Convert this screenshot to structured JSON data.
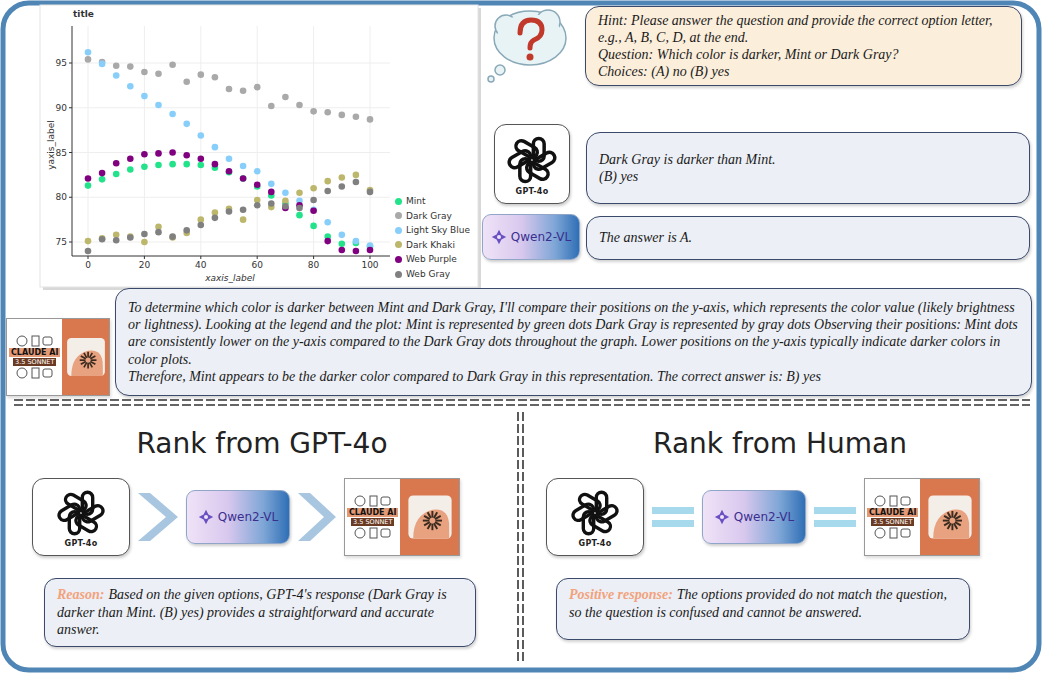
{
  "diagram": {
    "nodes": [
      {
        "text": [
          "Hint: Please answer the question and provide the correct option letter, e.g., A, B, C, D, at the end.",
          "Question: Which color is darker, Mint or Dark Gray?",
          "Choices: (A) no (B) yes"
        ]
      },
      {
        "text": [
          "GPT-4o"
        ]
      },
      {
        "text": [
          "Dark Gray is darker than Mint.",
          "(B) yes"
        ]
      },
      {
        "text": [
          "Qwen2-VL"
        ]
      },
      {
        "text": [
          "The answer is A."
        ]
      },
      {
        "text": [
          "CLAUDE AI",
          "3.5 SONNET"
        ]
      },
      {
        "text": [
          "To determine which color is darker between Mint and Dark Gray, I'll compare their positions on the y-axis, which represents the color value (likely brightness or lightness). Looking at the legend and the plot: Mint is represented by green dots Dark Gray is represented by gray dots Observing their positions: Mint dots are consistently lower on the y-axis compared to the Dark Gray dots throughout the graph. Lower positions on the y-axis typically indicate darker colors in color plots.",
          "Therefore, Mint appears to be the darker color compared to Dark Gray in this representation. The correct answer is: B) yes"
        ]
      },
      {
        "text": [
          "GPT-4o"
        ]
      },
      {
        "text": [
          "Qwen2-VL"
        ]
      },
      {
        "text": [
          "CLAUDE AI",
          "3.5 SONNET"
        ]
      },
      {
        "text": [
          "GPT-4o"
        ]
      },
      {
        "text": [
          "Qwen2-VL"
        ]
      },
      {
        "text": [
          "CLAUDE AI",
          "3.5 SONNET"
        ]
      },
      {
        "text": [
          "Reason:",
          "Based on the given options, GPT-4's response (Dark Gray is darker than Mint. (B) yes) provides a straightforward and accurate answer."
        ]
      },
      {
        "text": [
          "Positive response:",
          "The options provided do not match the question, so the question is confused and cannot be answered."
        ]
      }
    ],
    "edges": [
      {
        "from": 7,
        "to": 8,
        "arrow": "to"
      },
      {
        "from": 8,
        "to": 9,
        "arrow": "to"
      },
      {
        "from": 10,
        "to": 11,
        "arrow": "none"
      },
      {
        "from": 11,
        "to": 12,
        "arrow": "none"
      }
    ],
    "labels": [
      "title",
      "95",
      "90",
      "85",
      "80",
      "75",
      "yaxis_label",
      "0",
      "20",
      "40",
      "60",
      "80",
      "100",
      "xaxis_label",
      "Rank from GPT-4o",
      "Rank from Human"
    ],
    "legend": [
      {
        "text": "Mint",
        "color": "#22e38a"
      },
      {
        "text": "Dark Gray",
        "color": "#a9a9a9"
      },
      {
        "text": "Light Sky Blue",
        "color": "#87cefa"
      },
      {
        "text": "Dark Khaki",
        "color": "#bdb76b"
      },
      {
        "text": "Web Purple",
        "color": "#800080"
      },
      {
        "text": "Web Gray",
        "color": "#808080"
      }
    ]
  }
}
